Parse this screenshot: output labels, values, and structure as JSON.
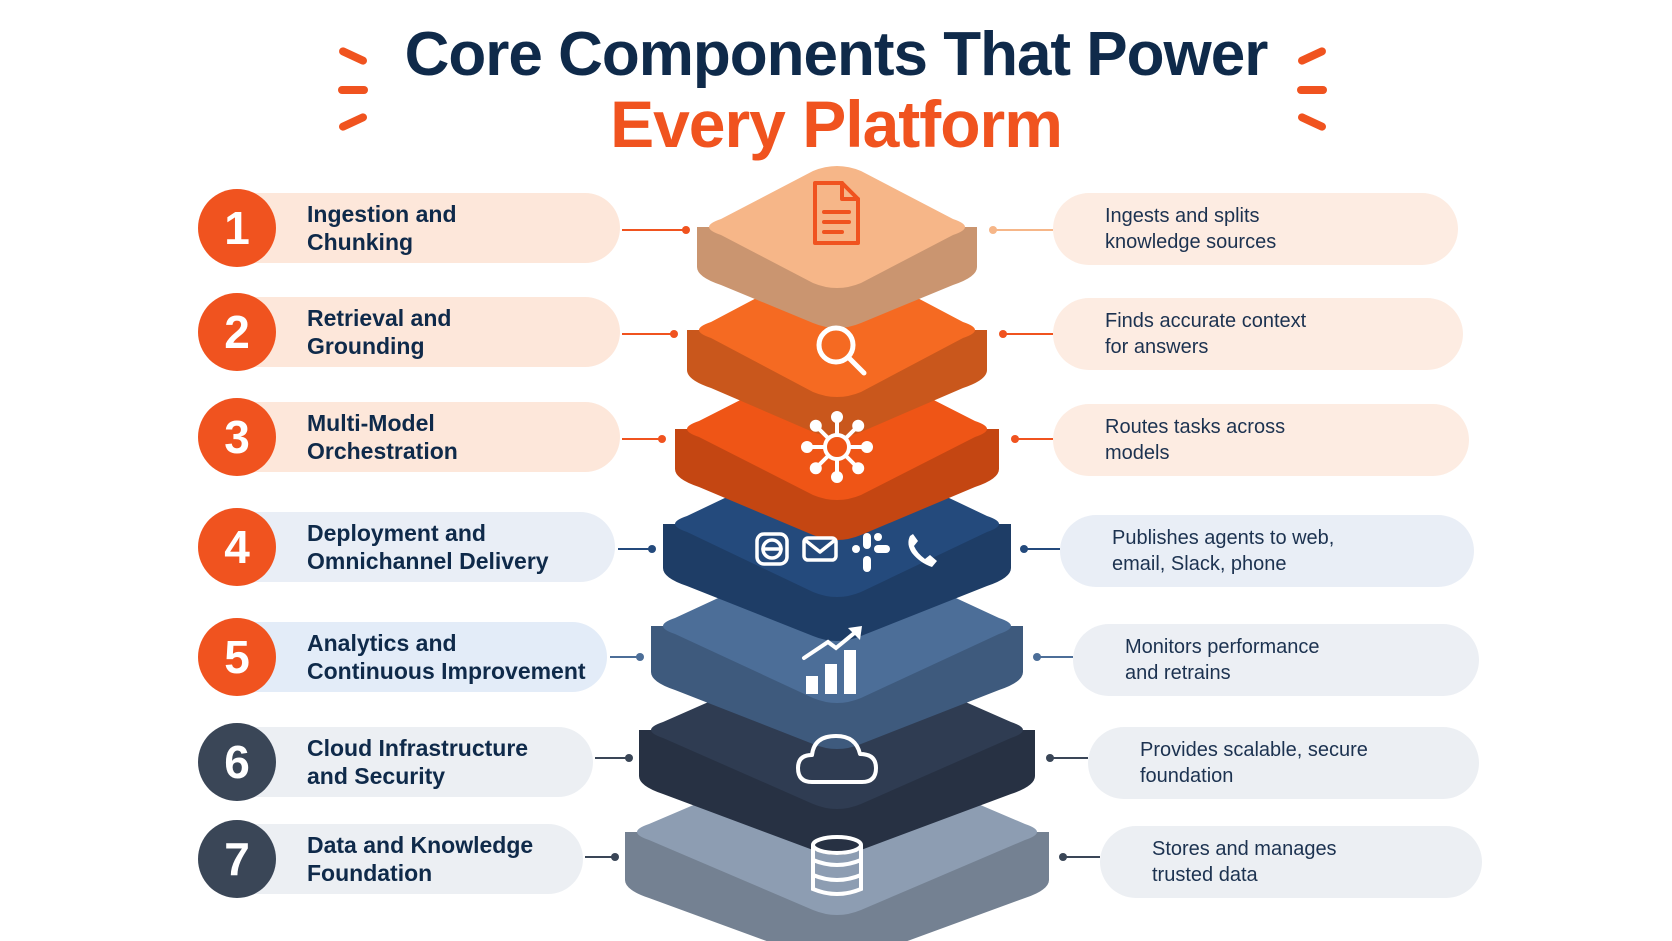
{
  "title": {
    "line1": "Core Components That Power",
    "line2": "Every Platform"
  },
  "colors": {
    "navy": "#0f2a4a",
    "orange": "#f0531f",
    "slate": "#3a4657"
  },
  "components": [
    {
      "number": "1",
      "label": "Ingestion and\nChunking",
      "description": "Ingests and splits\nknowledge sources",
      "icon": "document-icon",
      "layer_color": "#f6b688"
    },
    {
      "number": "2",
      "label": "Retrieval and\nGrounding",
      "description": "Finds accurate context\nfor answers",
      "icon": "search-icon",
      "layer_color": "#f56a22"
    },
    {
      "number": "3",
      "label": "Multi-Model\nOrchestration",
      "description": "Routes tasks across\nmodels",
      "icon": "network-hub-icon",
      "layer_color": "#ef5516"
    },
    {
      "number": "4",
      "label": "Deployment and\nOmnichannel Delivery",
      "description": "Publishes agents to web,\nemail, Slack, phone",
      "icon": "channels-icons",
      "layer_color": "#244a7c"
    },
    {
      "number": "5",
      "label": "Analytics and\nContinuous Improvement",
      "description": "Monitors performance\nand retrains",
      "icon": "growth-chart-icon",
      "layer_color": "#4c6e98"
    },
    {
      "number": "6",
      "label": "Cloud Infrastructure\nand Security",
      "description": "Provides scalable, secure\nfoundation",
      "icon": "cloud-icon",
      "layer_color": "#2f3c52"
    },
    {
      "number": "7",
      "label": "Data and Knowledge\nFoundation",
      "description": "Stores and manages\ntrusted data",
      "icon": "database-icon",
      "layer_color": "#8d9db2"
    }
  ]
}
